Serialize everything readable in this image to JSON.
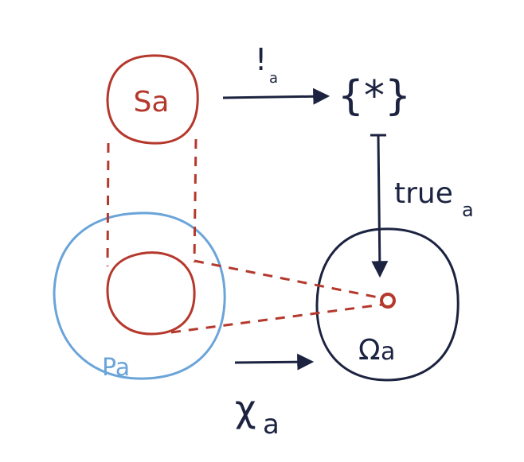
{
  "colors": {
    "red": "#b5382c",
    "blue": "#6aa4d9",
    "navy": "#1c2340"
  },
  "labels": {
    "subobject": "Sa",
    "terminal": "{*}",
    "bang_arrow": "!",
    "bang_sub": "a",
    "true_arrow": "true",
    "true_sub": "a",
    "powerset": "Pa",
    "omega": "Ω",
    "omega_sub": "a",
    "chi": "χ",
    "chi_sub": "a"
  }
}
